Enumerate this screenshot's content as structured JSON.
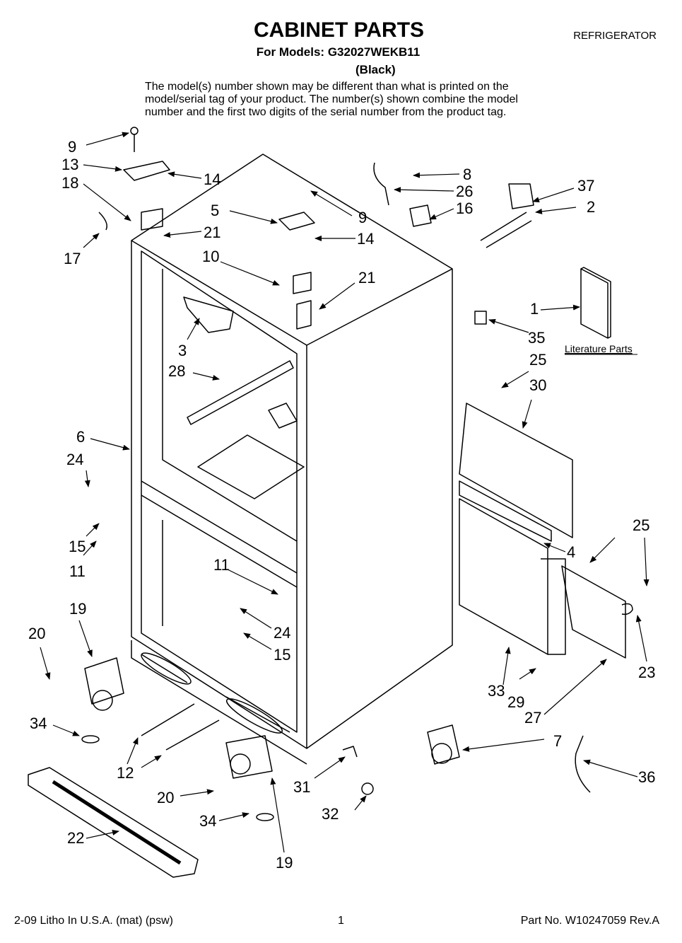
{
  "header": {
    "title": "CABINET PARTS",
    "category": "REFRIGERATOR",
    "models_line": "For Models: G32027WEKB11",
    "color": "(Black)",
    "note": "The model(s) number shown may be different than what is printed on the model/serial tag of your product. The number(s) shown combine the model number and the first two digits of the serial number from the product tag."
  },
  "diagram": {
    "literature_label": "Literature Parts",
    "callouts": [
      "9",
      "13",
      "18",
      "17",
      "14",
      "21",
      "5",
      "9",
      "14",
      "10",
      "21",
      "3",
      "28",
      "8",
      "26",
      "16",
      "37",
      "2",
      "1",
      "35",
      "25",
      "30",
      "6",
      "24",
      "15",
      "11",
      "11",
      "24",
      "15",
      "4",
      "25",
      "23",
      "19",
      "20",
      "34",
      "12",
      "20",
      "34",
      "19",
      "22",
      "31",
      "32",
      "7",
      "33",
      "29",
      "27",
      "36"
    ]
  },
  "footer": {
    "left": "2-09 Litho In U.S.A. (mat) (psw)",
    "page": "1",
    "right": "Part No. W10247059 Rev.A"
  }
}
